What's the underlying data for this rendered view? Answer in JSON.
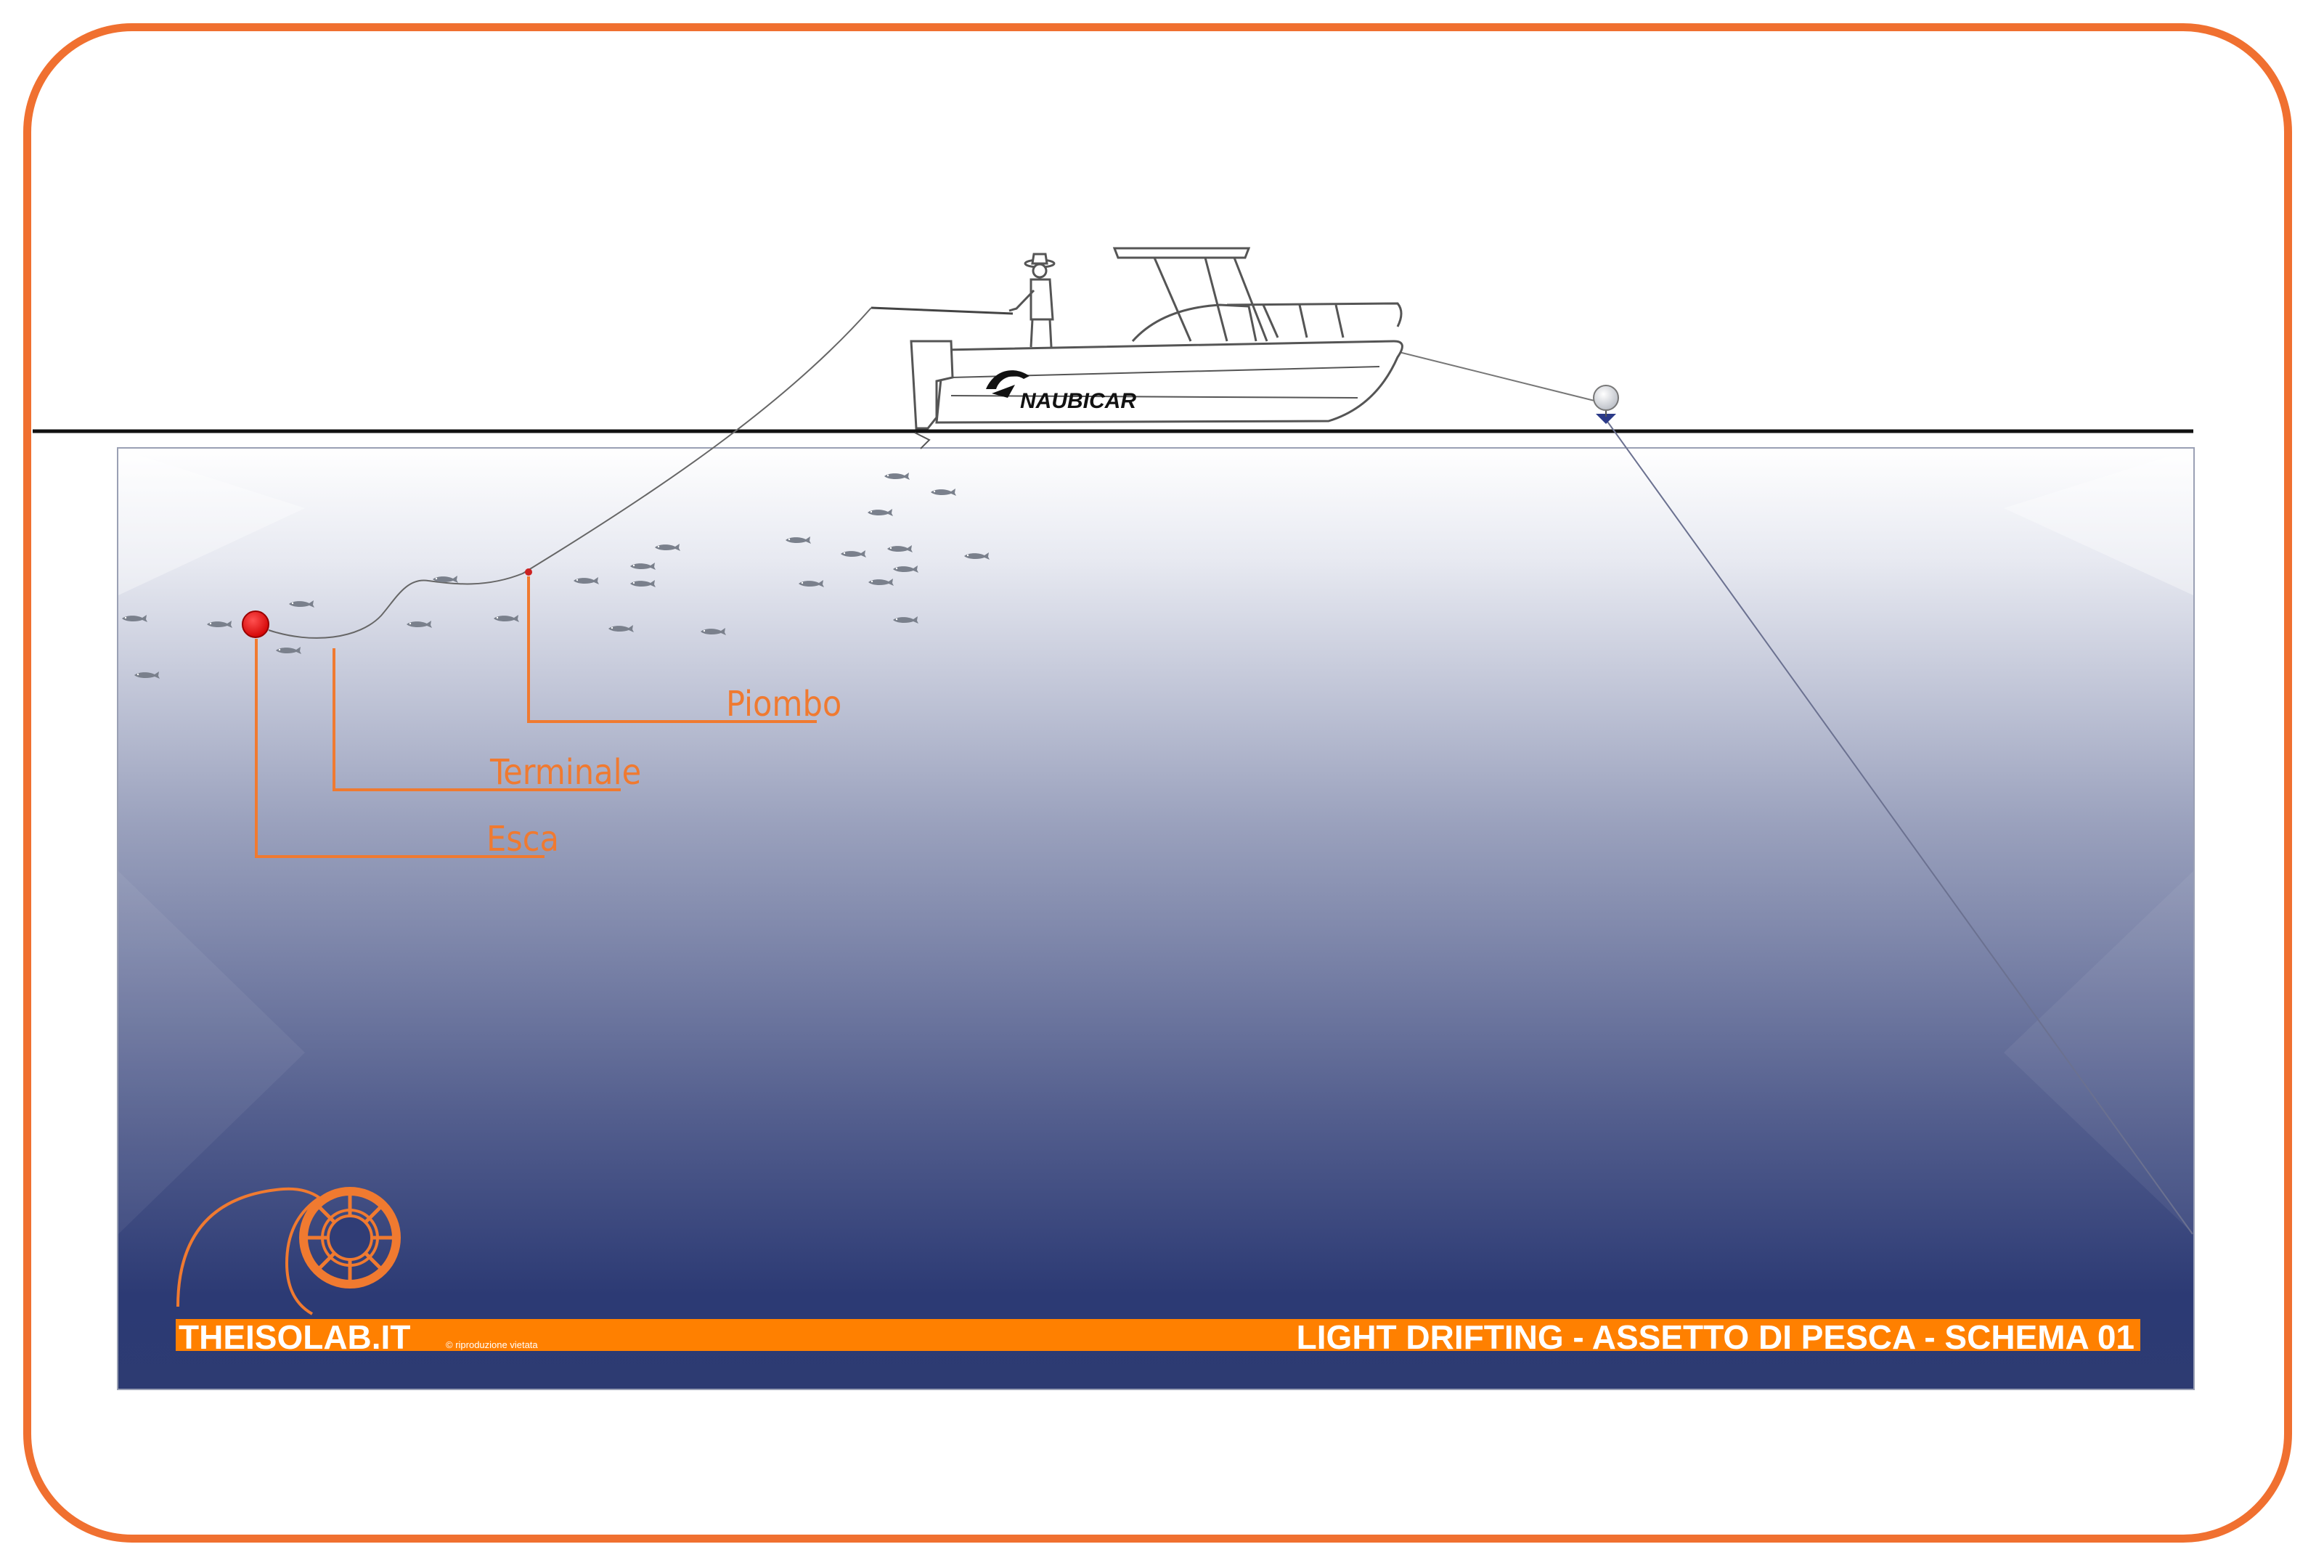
{
  "diagram": {
    "boat_brand": "NAUBICAR",
    "labels": {
      "piombo": "Piombo",
      "terminale": "Terminale",
      "esca": "Esca"
    },
    "footer": {
      "site": "THEISOLAB.IT",
      "copyright": "© riproduzione vietata",
      "title": "LIGHT DRIFTING - ASSETTO DI PESCA - SCHEMA 01"
    }
  },
  "colors": {
    "frame": "#f07030",
    "accent": "#ff8000",
    "callout": "#f07a30",
    "water_top": "#ffffff",
    "water_bottom": "#283770",
    "bait": "#ee1111",
    "sinker": "#cc2222"
  },
  "icons": {
    "logo": "theisolab-logo-icon",
    "buoy": "buoy-icon",
    "boat": "boat-icon",
    "fisherman": "fisherman-icon",
    "fish": "fish-icon"
  }
}
